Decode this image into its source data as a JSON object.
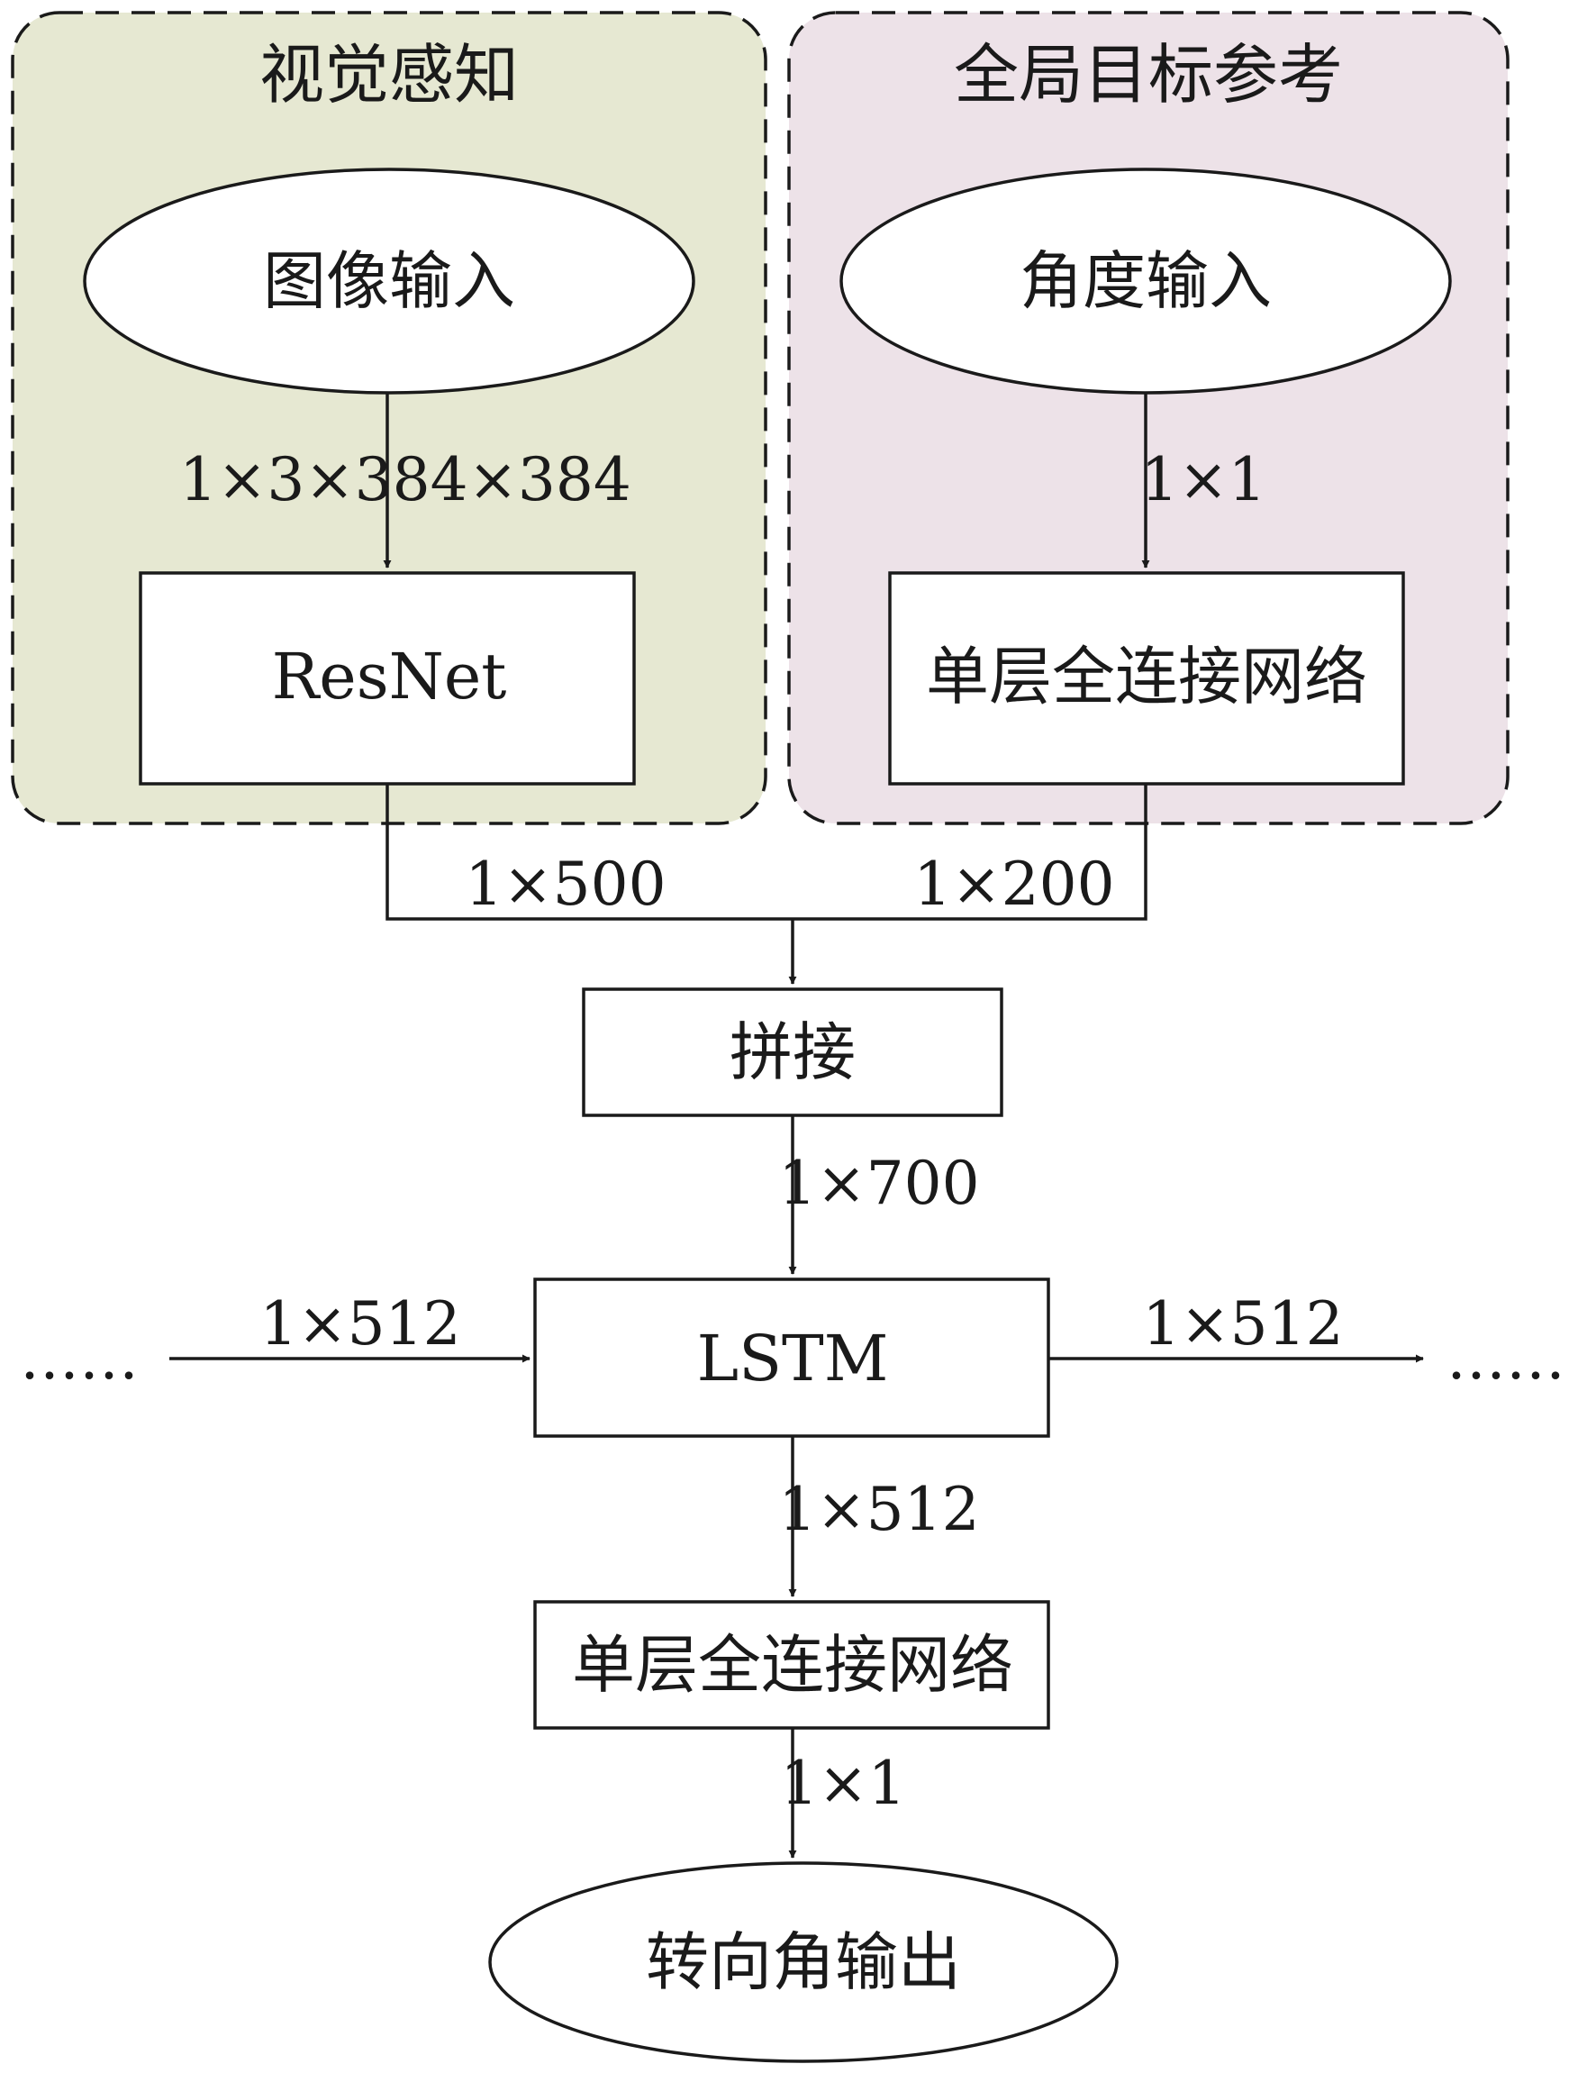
{
  "groups": {
    "visual": {
      "title": "视觉感知",
      "fill": "#e6e8d2"
    },
    "goal": {
      "title": "全局目标参考",
      "fill": "#ede2e8"
    }
  },
  "nodes": {
    "image_input": "图像输入",
    "angle_input": "角度输入",
    "resnet": "ResNet",
    "fc_goal": "单层全连接网络",
    "concat": "拼接",
    "lstm": "LSTM",
    "fc_out": "单层全连接网络",
    "steer_output": "转向角输出"
  },
  "edge_labels": {
    "image_to_resnet": "1×3×384×384",
    "angle_to_fc": "1×1",
    "resnet_to_concat": "1×500",
    "fc_to_concat": "1×200",
    "concat_to_lstm": "1×700",
    "lstm_in_state": "1×512",
    "lstm_out_state": "1×512",
    "lstm_to_fc": "1×512",
    "fc_to_output": "1×1"
  },
  "ellipsis": {
    "left": "……",
    "right": "……"
  }
}
